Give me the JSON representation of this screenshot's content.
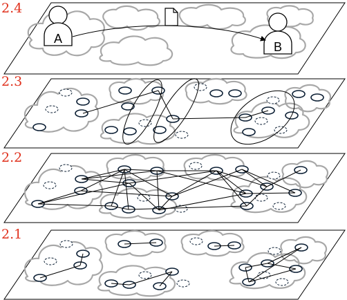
{
  "layers": {
    "l24": "2.4",
    "l23": "2.3",
    "l22": "2.2",
    "l21": "2.1"
  },
  "users": {
    "a": "A",
    "b": "B"
  },
  "colors": {
    "label": "#e0321e",
    "cloud": "#a8a8a8",
    "node_stroke": "#0b1e33"
  },
  "icons": {
    "transfer": "document-icon",
    "user": "person-icon"
  }
}
